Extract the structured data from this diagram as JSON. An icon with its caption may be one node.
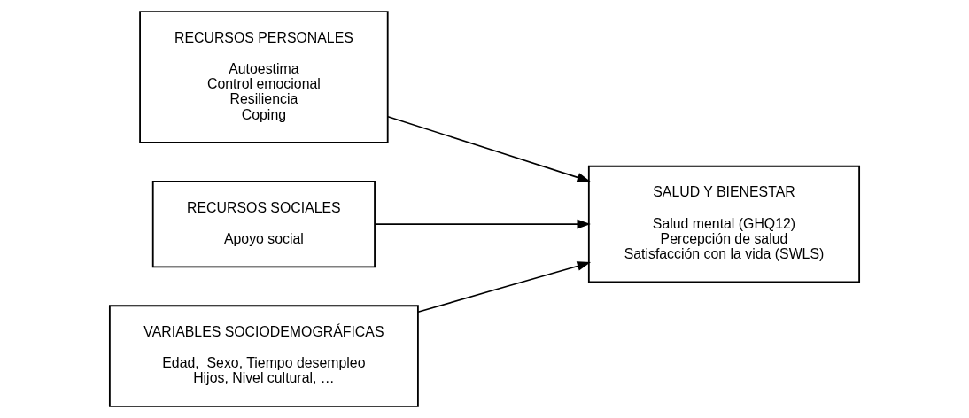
{
  "diagram": {
    "nodes": [
      {
        "text": [
          "RECURSOS PERSONALES",
          "Autoestima",
          "Control emocional",
          "Resiliencia",
          "Coping"
        ]
      },
      {
        "text": [
          "RECURSOS SOCIALES",
          "Apoyo social"
        ]
      },
      {
        "text": [
          "VARIABLES SOCIODEMOGRÁFICAS",
          "Edad,  Sexo, Tiempo desempleo",
          "Hijos, Nivel cultural, …"
        ]
      },
      {
        "text": [
          "SALUD Y BIENESTAR",
          "Salud mental (GHQ12)",
          "Percepción de salud",
          "Satisfacción con la vida (SWLS)"
        ]
      }
    ],
    "edges": [
      {
        "from": 0,
        "to": 3,
        "arrow": "to"
      },
      {
        "from": 1,
        "to": 3,
        "arrow": "to"
      },
      {
        "from": 2,
        "to": 3,
        "arrow": "to"
      }
    ]
  }
}
